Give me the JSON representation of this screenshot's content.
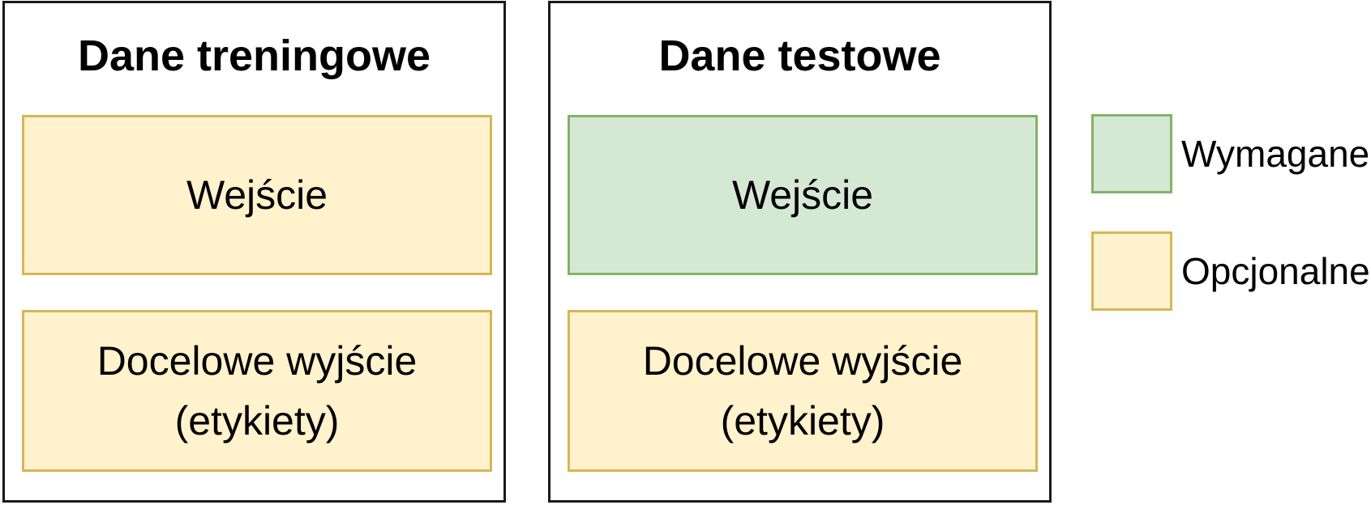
{
  "panels": {
    "train": {
      "title": "Dane treningowe",
      "input_label": "Wejście",
      "target_label": "Docelowe wyjście\n(etykiety)"
    },
    "test": {
      "title": "Dane testowe",
      "input_label": "Wejście",
      "target_label": "Docelowe wyjście\n(etykiety)"
    }
  },
  "legend": {
    "required_label": "Wymagane",
    "optional_label": "Opcjonalne"
  },
  "colors": {
    "required_fill": "#d5e8d4",
    "required_stroke": "#82b366",
    "optional_fill": "#fff2cc",
    "optional_stroke": "#d6b656"
  }
}
